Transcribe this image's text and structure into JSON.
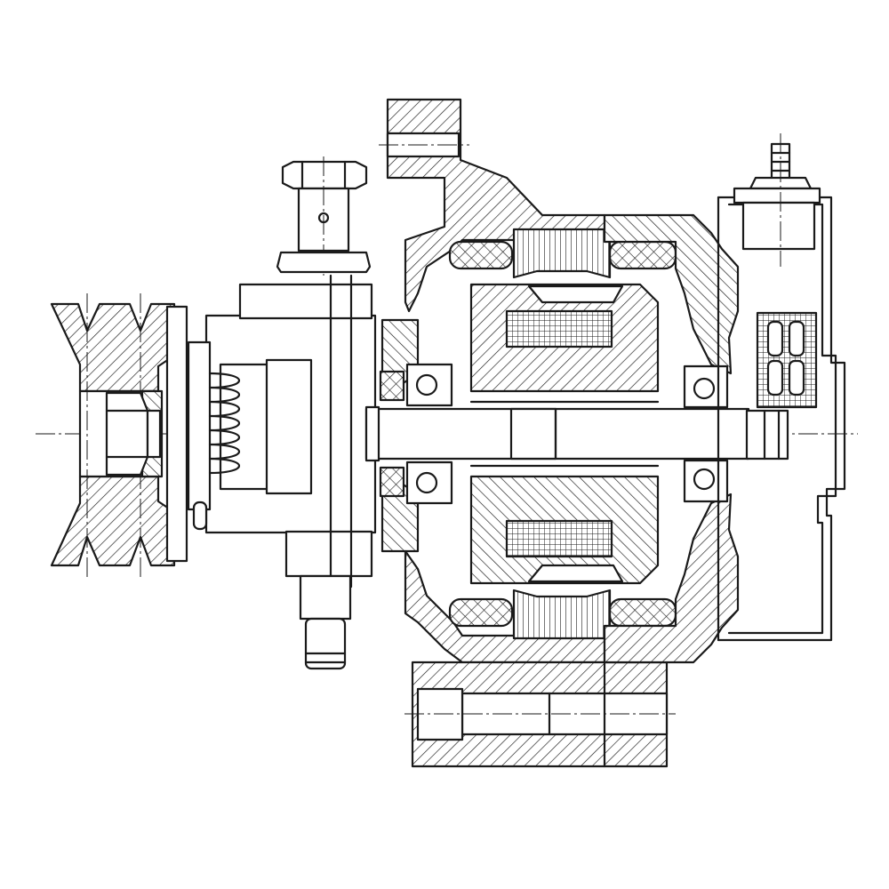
{
  "drawing": {
    "components": [
      "v-belt-pulley",
      "pulley-nut",
      "vacuum-pump",
      "pump-inlet-fitting",
      "pump-outlet-nipple",
      "front-housing",
      "mounting-lug-top",
      "mounting-lug-bottom",
      "stator-core",
      "stator-winding",
      "rotor-claw-pole",
      "field-coil",
      "front-bearing",
      "rear-bearing",
      "shaft",
      "rear-housing",
      "brush-holder",
      "slip-rings",
      "rear-cover",
      "output-terminal"
    ]
  }
}
